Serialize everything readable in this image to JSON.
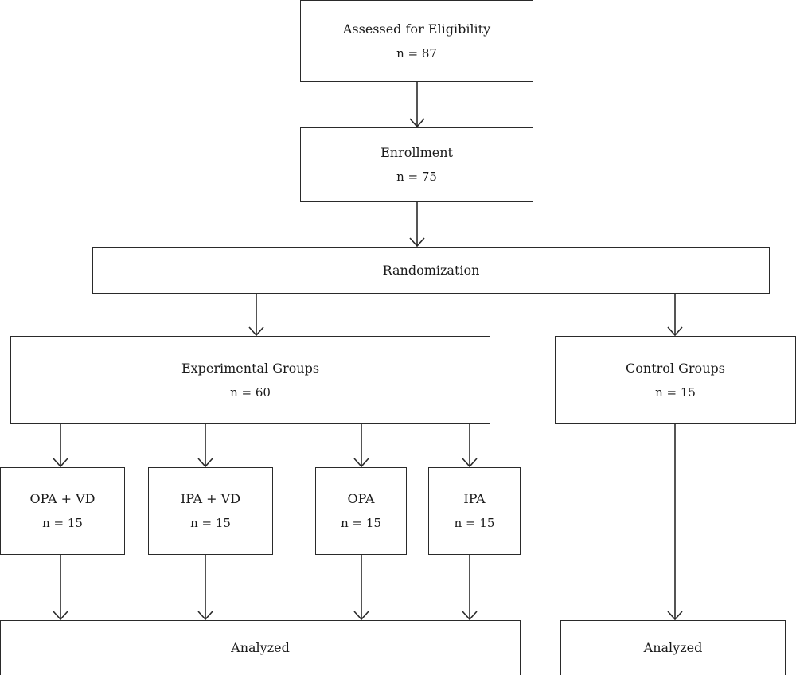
{
  "flowchart": {
    "assessed": {
      "label": "Assessed for Eligibility",
      "count": "n = 87"
    },
    "enrollment": {
      "label": "Enrollment",
      "count": "n = 75"
    },
    "randomization": {
      "label": "Randomization"
    },
    "experimental": {
      "label": "Experimental Groups",
      "count": "n = 60"
    },
    "control": {
      "label": "Control Groups",
      "count": "n = 15"
    },
    "groups": [
      {
        "label": "OPA + VD",
        "count": "n = 15"
      },
      {
        "label": "IPA + VD",
        "count": "n = 15"
      },
      {
        "label": "OPA",
        "count": "n = 15"
      },
      {
        "label": "IPA",
        "count": "n = 15"
      }
    ],
    "analyzed_experimental": {
      "label": "Analyzed"
    },
    "analyzed_control": {
      "label": "Analyzed"
    }
  }
}
